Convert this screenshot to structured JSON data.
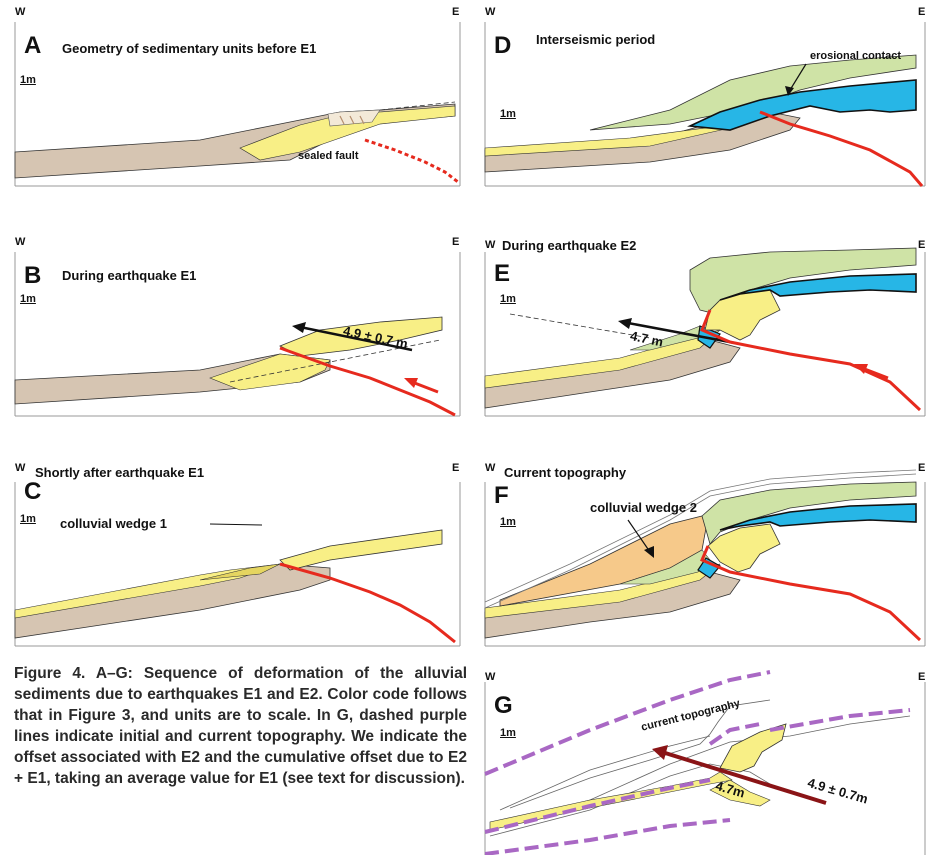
{
  "colors": {
    "substrate": "#d6c5b2",
    "yellow_unit": "#f8ef86",
    "green_unit": "#cfe3a6",
    "blue_unit": "#27b6e6",
    "colluvial_wedge_2": "#f6c98a",
    "fault": "#e62a1e",
    "offset_arrow": "#8a1416",
    "topography": "#a968c4"
  },
  "icons": [
    "fault-line",
    "offset-arrow",
    "dashed-topography-line"
  ],
  "panels": {
    "a": {
      "west": "W",
      "east": "E",
      "letter": "A",
      "title": "Geometry of sedimentary units before E1",
      "scale": "1m",
      "note": "sealed fault"
    },
    "b": {
      "west": "W",
      "east": "E",
      "letter": "B",
      "title": "During earthquake E1",
      "scale": "1m",
      "offset": "4.9 ± 0.7 m"
    },
    "c": {
      "west": "W",
      "east": "E",
      "letter": "C",
      "title": "Shortly after earthquake E1",
      "scale": "1m",
      "note": "colluvial wedge 1"
    },
    "d": {
      "west": "W",
      "east": "E",
      "letter": "D",
      "title": "Interseismic period",
      "scale": "1m",
      "note": "erosional contact"
    },
    "e": {
      "west": "W",
      "east": "E",
      "letter": "E",
      "title": "During earthquake E2",
      "scale": "1m",
      "offset": "4.7 m"
    },
    "f": {
      "west": "W",
      "east": "E",
      "letter": "F",
      "title": "Current topography",
      "scale": "1m",
      "note": "colluvial wedge 2"
    },
    "g": {
      "west": "W",
      "east": "E",
      "letter": "G",
      "title": "",
      "scale": "1m",
      "note": "current topography",
      "offset_e2": "4.7m",
      "offset_total": "4.9 ± 0.7m"
    }
  },
  "caption": "Figure 4. A–G: Sequence of deformation of the alluvial sediments due to earthquakes E1 and E2. Color code follows that in Figure 3, and units are to scale. In G, dashed purple lines indicate initial and current topography. We indicate the offset associated with E2 and the cumulative offset due to E2 + E1, taking an average value for E1 (see text for discussion)."
}
